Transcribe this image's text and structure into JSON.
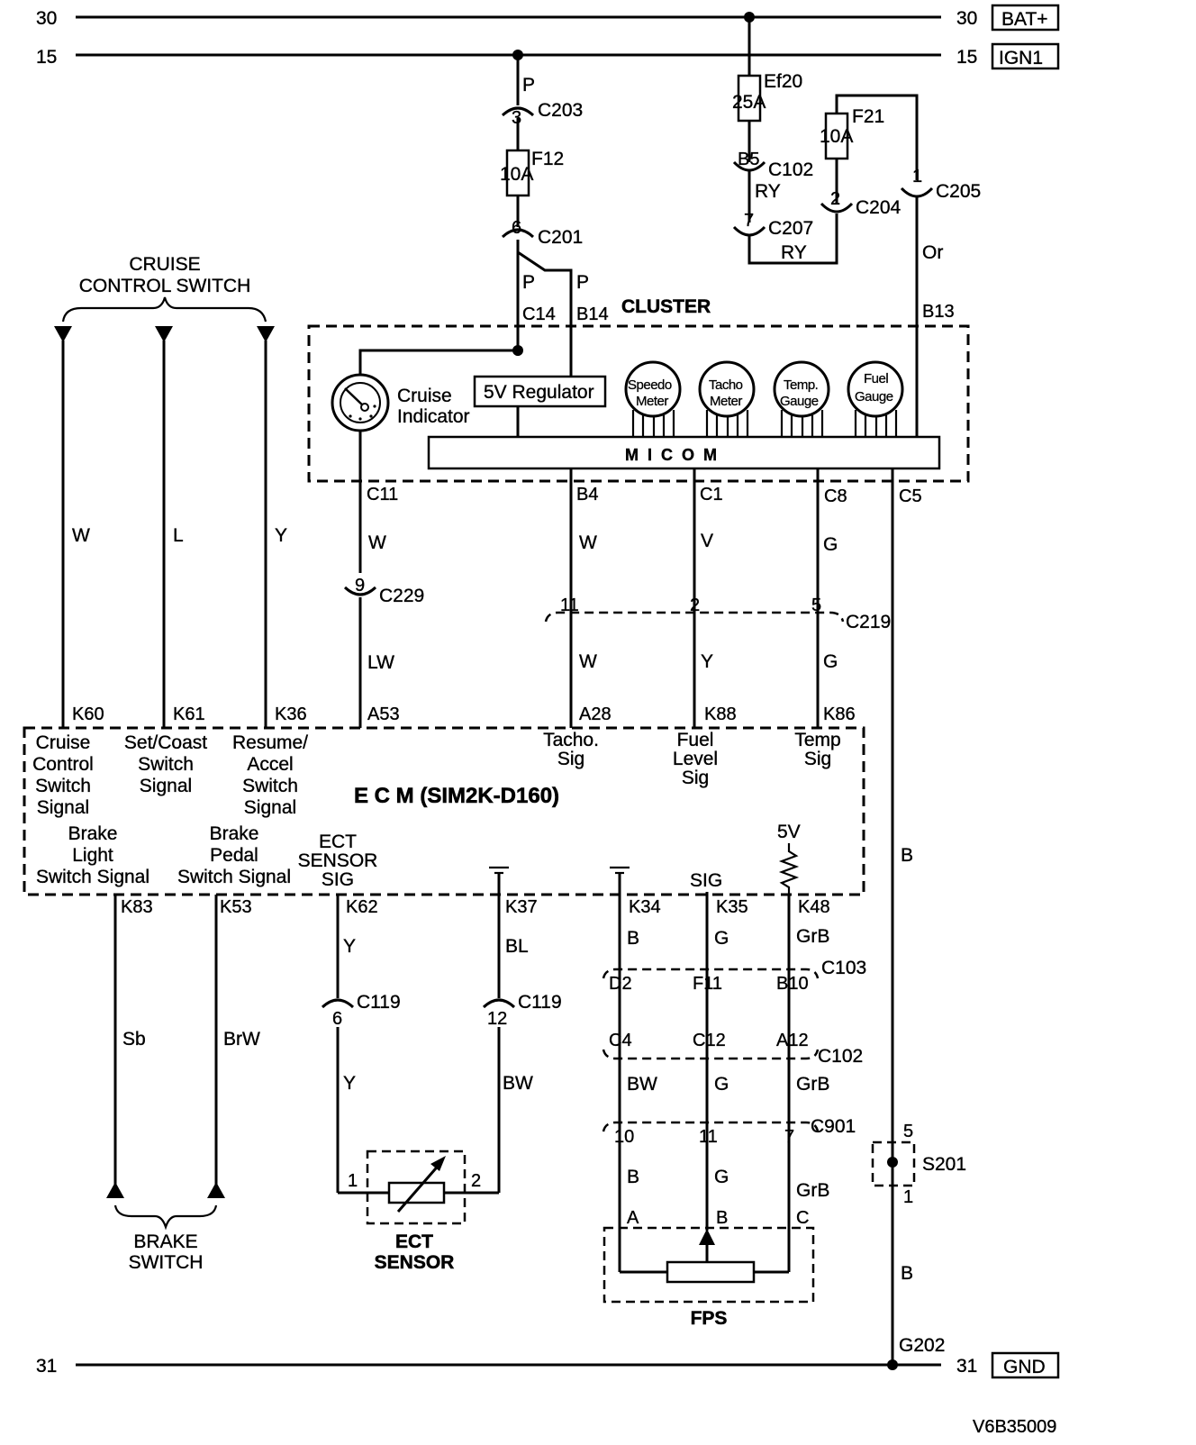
{
  "rails": {
    "bat": {
      "num_left": "30",
      "num_right": "30",
      "label": "BAT+"
    },
    "ign": {
      "num_left": "15",
      "num_right": "15",
      "label": "IGN1"
    },
    "gnd": {
      "num_left": "31",
      "num_right": "31",
      "label": "GND",
      "ground_id": "G202"
    }
  },
  "fuses": {
    "ef20": {
      "name": "Ef20",
      "rating": "25A"
    },
    "f21": {
      "name": "F21",
      "rating": "10A"
    },
    "f12": {
      "name": "F12",
      "rating": "10A"
    }
  },
  "connectors": {
    "c203": {
      "pin": "3",
      "name": "C203"
    },
    "c201": {
      "pin": "6",
      "name": "C201"
    },
    "c102_b5": {
      "pin": "B5",
      "name": "C102"
    },
    "c207": {
      "pin": "7",
      "name": "C207"
    },
    "c204": {
      "pin": "2",
      "name": "C204"
    },
    "c205": {
      "pin": "1",
      "name": "C205"
    },
    "c229": {
      "pin": "9",
      "name": "C229"
    },
    "c219": {
      "name": "C219",
      "pins": [
        "11",
        "2",
        "5"
      ]
    },
    "c119_a": {
      "pin": "6",
      "name": "C119"
    },
    "c119_b": {
      "pin": "12",
      "name": "C119"
    },
    "c103": {
      "name": "C103",
      "pins": [
        "D2",
        "F11",
        "B10"
      ]
    },
    "c102": {
      "name": "C102",
      "pins": [
        "C4",
        "C12",
        "A12"
      ]
    },
    "c901": {
      "name": "C901",
      "pins": [
        "10",
        "11",
        "7"
      ]
    }
  },
  "splice": {
    "name": "S201",
    "pin_top": "5",
    "pin_bottom": "1"
  },
  "wire_colors": {
    "p_top": "P",
    "ry_1": "RY",
    "ry_2": "RY",
    "or": "Or",
    "p_left": "P",
    "p_right": "P",
    "w_c11": "W",
    "lw": "LW",
    "w_b4": "W",
    "v_c1": "V",
    "g_c8": "G",
    "w_a28": "W",
    "y_k88": "Y",
    "g_k86": "G",
    "sw_w": "W",
    "sw_l": "L",
    "sw_y": "Y",
    "b_gnd1": "B",
    "b_gnd2": "B",
    "sb": "Sb",
    "brw": "BrW",
    "y_k62": "Y",
    "bl": "BL",
    "y_ect": "Y",
    "bw_ect": "BW",
    "b_k34": "B",
    "g_k35": "G",
    "grb_k48": "GrB",
    "bw_c4": "BW",
    "g_c12": "G",
    "grb_a12": "GrB",
    "b_fps": "B",
    "g_fps": "G",
    "grb_fps": "GrB"
  },
  "cluster": {
    "title": "CLUSTER",
    "pins": {
      "c14": "C14",
      "b14": "B14",
      "b13": "B13",
      "c11": "C11",
      "b4": "B4",
      "c1": "C1",
      "c8": "C8",
      "c5": "C5"
    },
    "cruise_indicator": [
      "Cruise",
      "Indicator"
    ],
    "regulator": "5V Regulator",
    "micom": "MICOM",
    "gauges": [
      {
        "line1": "Speedo",
        "line2": "Meter"
      },
      {
        "line1": "Tacho",
        "line2": "Meter"
      },
      {
        "line1": "Temp.",
        "line2": "Gauge"
      },
      {
        "line1": "Fuel",
        "line2": "Gauge"
      }
    ]
  },
  "cruise_switch": {
    "title": [
      "CRUISE",
      "CONTROL SWITCH"
    ]
  },
  "ecm": {
    "title": "E   C   M  (SIM2K-D160)",
    "pins": {
      "k60": "K60",
      "k61": "K61",
      "k36": "K36",
      "a53": "A53",
      "a28": "A28",
      "k88": "K88",
      "k86": "K86",
      "k83": "K83",
      "k53": "K53",
      "k62": "K62",
      "k37": "K37",
      "k34": "K34",
      "k35": "K35",
      "k48": "K48"
    },
    "labels": {
      "cruise_sig": [
        "Cruise",
        "Control",
        "Switch",
        "Signal"
      ],
      "set_coast": [
        "Set/Coast",
        "Switch",
        "Signal"
      ],
      "resume": [
        "Resume/",
        "Accel",
        "Switch",
        "Signal"
      ],
      "tacho": [
        "Tacho.",
        "Sig"
      ],
      "fuel": [
        "Fuel",
        "Level",
        "Sig"
      ],
      "temp": [
        "Temp",
        "Sig"
      ],
      "brake_light": [
        "Brake",
        "Light",
        "Switch Signal"
      ],
      "brake_pedal": [
        "Brake",
        "Pedal",
        "Switch Signal"
      ],
      "ect": [
        "ECT",
        "SENSOR",
        "SIG"
      ],
      "sig": "SIG",
      "five_v": "5V"
    }
  },
  "components": {
    "brake_switch": [
      "BRAKE",
      "SWITCH"
    ],
    "ect_sensor": {
      "name": [
        "ECT",
        "SENSOR"
      ],
      "pin1": "1",
      "pin2": "2"
    },
    "fps": {
      "name": "FPS",
      "pin_a": "A",
      "pin_b": "B",
      "pin_c": "C"
    }
  },
  "diagram_code": "V6B35009"
}
